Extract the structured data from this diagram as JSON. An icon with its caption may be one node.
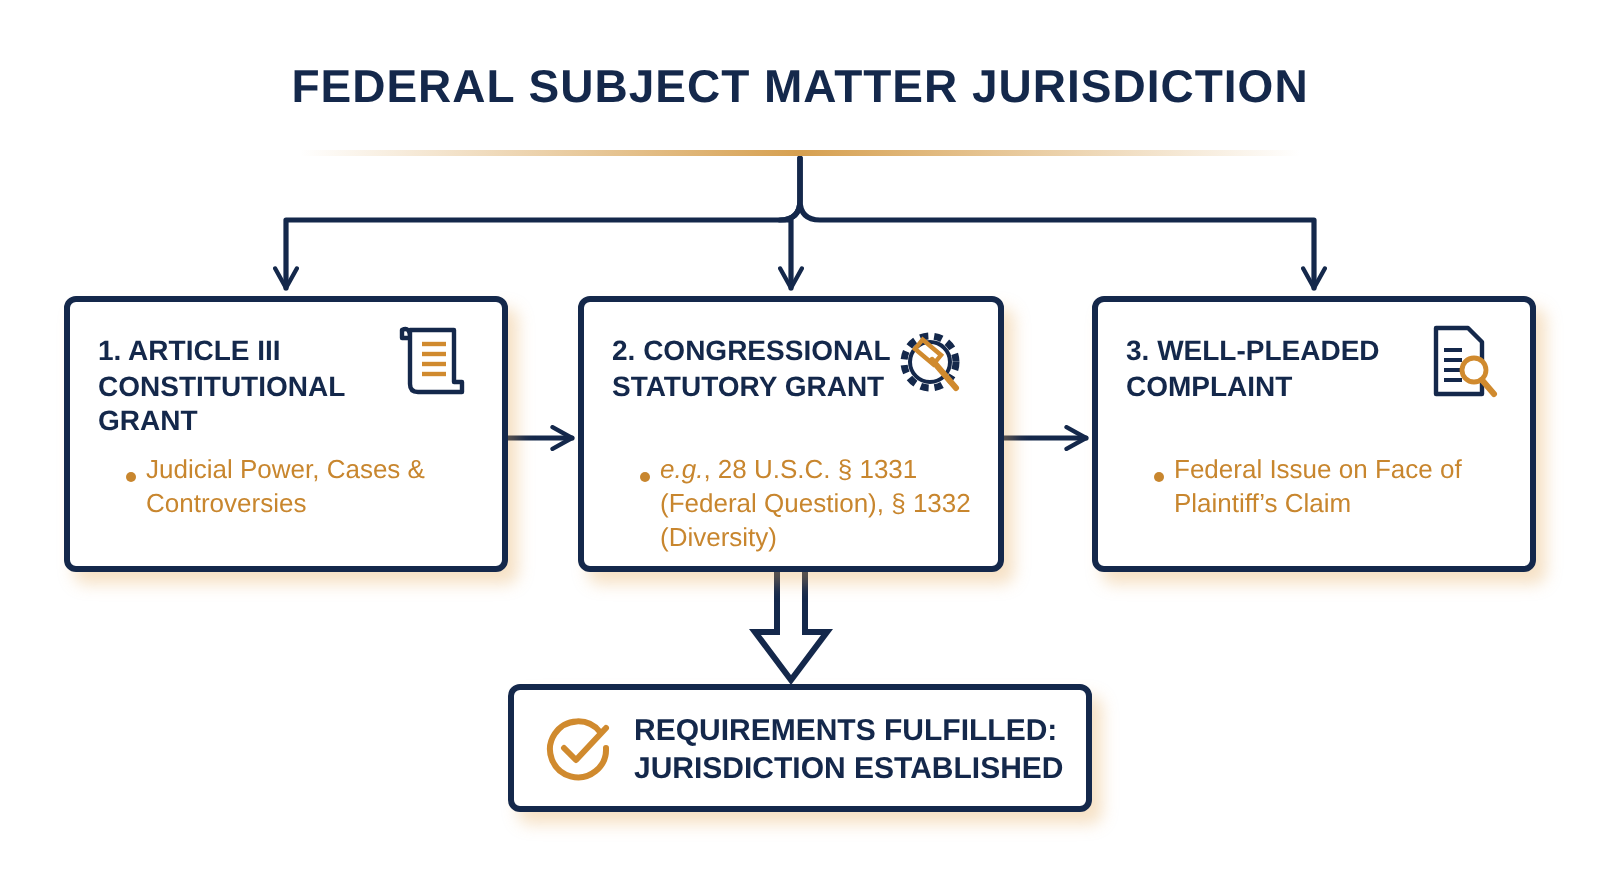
{
  "diagram": {
    "title": "FEDERAL SUBJECT MATTER JURISDICTION",
    "nodes": [
      {
        "text": [
          "1. ARTICLE III CONSTITUTIONAL GRANT",
          "Judicial Power, Cases & Controversies"
        ]
      },
      {
        "text": [
          "2. CONGRESSIONAL STATUTORY GRANT",
          "*e.g.*, 28 U.S.C. § 1331 (Federal Question), § 1332 (Diversity)"
        ]
      },
      {
        "text": [
          "3. WELL-PLEADED COMPLAINT",
          "Federal Issue on Face of Plaintiff’s Claim"
        ]
      },
      {
        "text": [
          "REQUIREMENTS FULFILLED: JURISDICTION ESTABLISHED"
        ]
      }
    ],
    "edges": [
      {
        "from": null,
        "to": 0,
        "arrow": "to"
      },
      {
        "from": null,
        "to": 1,
        "arrow": "to"
      },
      {
        "from": null,
        "to": 2,
        "arrow": "to"
      },
      {
        "from": 0,
        "to": 1,
        "arrow": "to"
      },
      {
        "from": 1,
        "to": 2,
        "arrow": "to"
      },
      {
        "from": 1,
        "to": 3,
        "arrow": "to",
        "style": "thick"
      }
    ]
  }
}
